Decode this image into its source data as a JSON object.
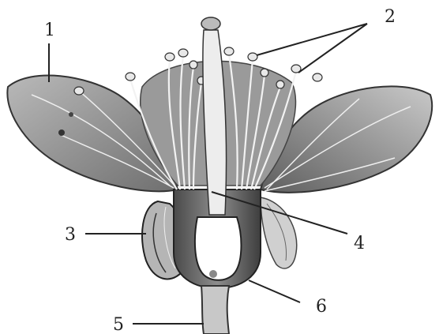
{
  "figure": {
    "labels": {
      "l1": "1",
      "l2": "2",
      "l3": "3",
      "l4": "4",
      "l5": "5",
      "l6": "6"
    }
  }
}
